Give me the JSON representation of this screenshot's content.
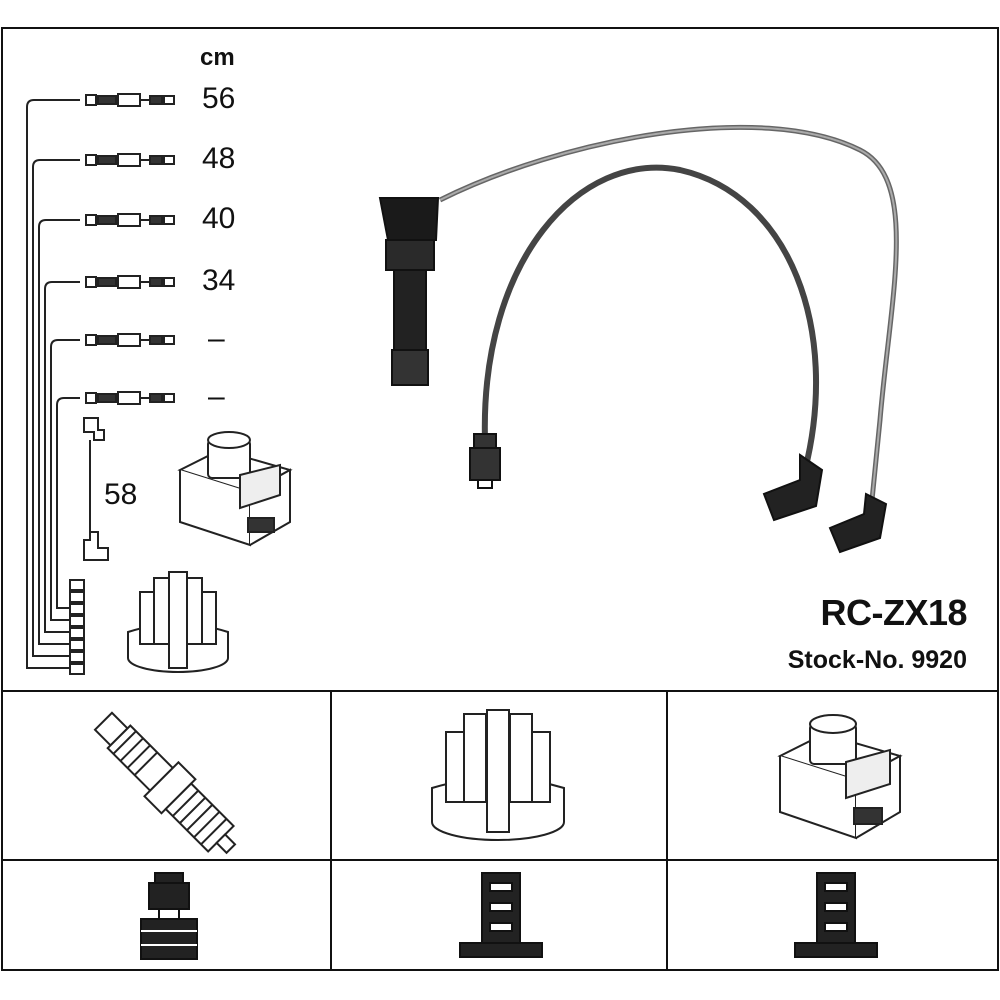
{
  "unit_label": "cm",
  "lengths": [
    "56",
    "48",
    "40",
    "34",
    "–",
    "–"
  ],
  "coil_lead_length": "58",
  "product": {
    "code": "RC-ZX18",
    "stock": "Stock-No. 9920"
  }
}
